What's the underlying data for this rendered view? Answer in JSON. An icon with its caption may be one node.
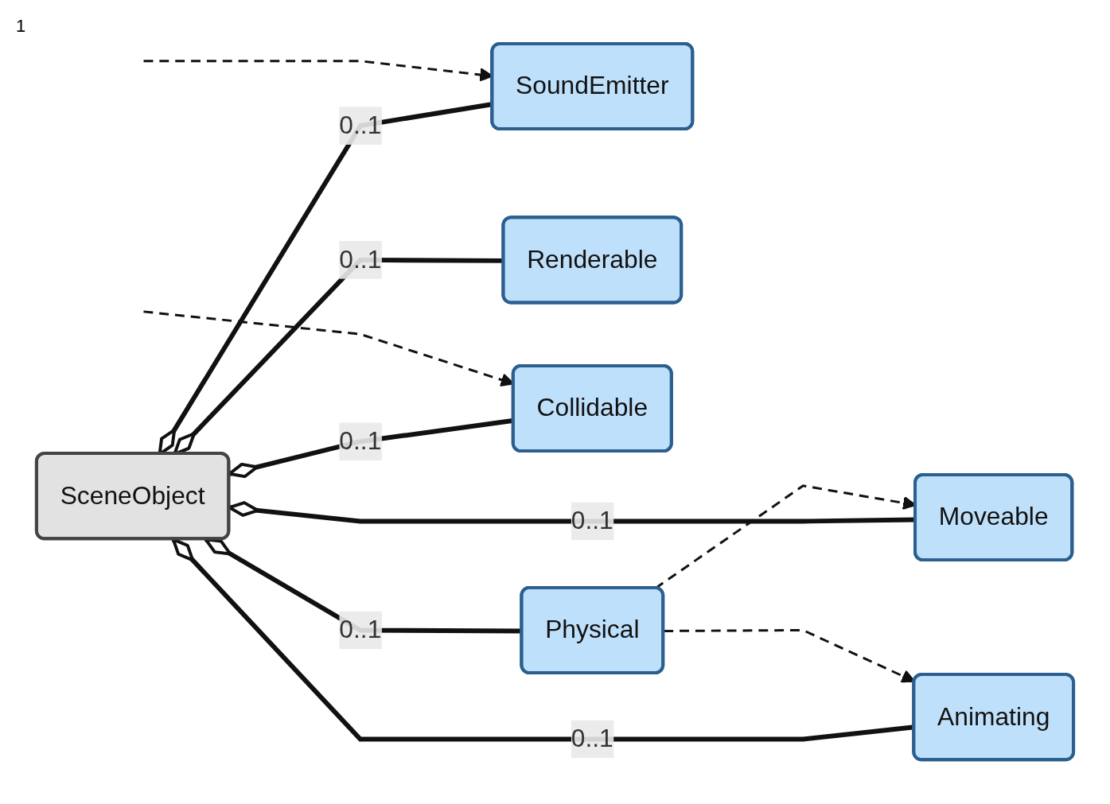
{
  "diagram": {
    "nodes": [
      {
        "text": [
          "SceneObject"
        ]
      },
      {
        "text": [
          "SoundEmitter"
        ]
      },
      {
        "text": [
          "Moveable"
        ]
      },
      {
        "text": [
          "Renderable"
        ]
      },
      {
        "text": [
          "Collidable"
        ]
      },
      {
        "text": [
          "Animating"
        ]
      },
      {
        "text": [
          "Physical"
        ]
      }
    ],
    "edges": [
      {
        "from": 0,
        "to": 1,
        "arrow": "other",
        "label": "0..1"
      },
      {
        "from": 0,
        "to": 2,
        "arrow": "other",
        "label": "0..1"
      },
      {
        "from": 0,
        "to": 3,
        "arrow": "other",
        "label": "0..1"
      },
      {
        "from": 0,
        "to": 4,
        "arrow": "other",
        "label": "0..1"
      },
      {
        "from": 0,
        "to": 5,
        "arrow": "other",
        "label": "0..1"
      },
      {
        "from": 0,
        "to": 6,
        "arrow": "other",
        "label": "0..1"
      },
      {
        "from": 6,
        "to": 5,
        "arrow": "to",
        "style": "dashed"
      },
      {
        "from": 6,
        "to": 2,
        "arrow": "to",
        "style": "dashed"
      },
      {
        "from": null,
        "to": 4,
        "arrow": "to",
        "style": "dashed"
      },
      {
        "from": null,
        "to": 1,
        "arrow": "to",
        "style": "dashed"
      }
    ],
    "labels": [
      "1"
    ]
  }
}
